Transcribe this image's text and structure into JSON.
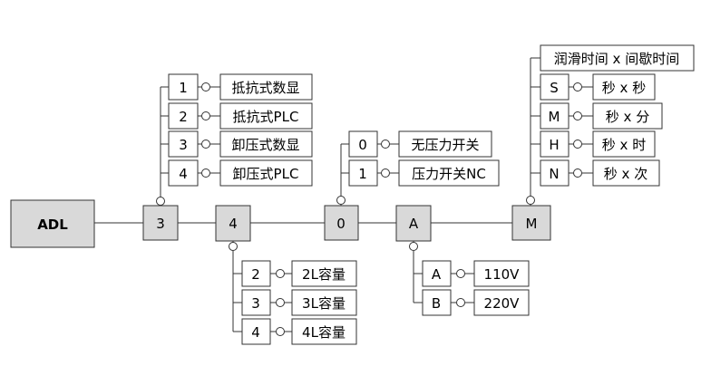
{
  "colors": {
    "line": "#333333",
    "box_fill": "#ffffff",
    "main_fill": "#d9d9d9",
    "text": "#000000"
  },
  "main_chain": {
    "root": "ADL",
    "codes": [
      "3",
      "4",
      "0",
      "A",
      "M"
    ]
  },
  "groups": {
    "display": {
      "options": [
        {
          "code": "1",
          "label": "抵抗式数显"
        },
        {
          "code": "2",
          "label": "抵抗式PLC"
        },
        {
          "code": "3",
          "label": "卸压式数显"
        },
        {
          "code": "4",
          "label": "卸压式PLC"
        }
      ]
    },
    "capacity": {
      "options": [
        {
          "code": "2",
          "label": "2L容量"
        },
        {
          "code": "3",
          "label": "3L容量"
        },
        {
          "code": "4",
          "label": "4L容量"
        }
      ]
    },
    "pressure_switch": {
      "options": [
        {
          "code": "0",
          "label": "无压力开关"
        },
        {
          "code": "1",
          "label": "压力开关NC"
        }
      ]
    },
    "voltage": {
      "options": [
        {
          "code": "A",
          "label": "110V"
        },
        {
          "code": "B",
          "label": "220V"
        }
      ]
    },
    "timing": {
      "header": "润滑时间 x 间歇时间",
      "options": [
        {
          "code": "S",
          "label": "秒 x 秒"
        },
        {
          "code": "M",
          "label": "秒 x 分"
        },
        {
          "code": "H",
          "label": "秒 x 时"
        },
        {
          "code": "N",
          "label": "秒 x 次"
        }
      ]
    }
  }
}
